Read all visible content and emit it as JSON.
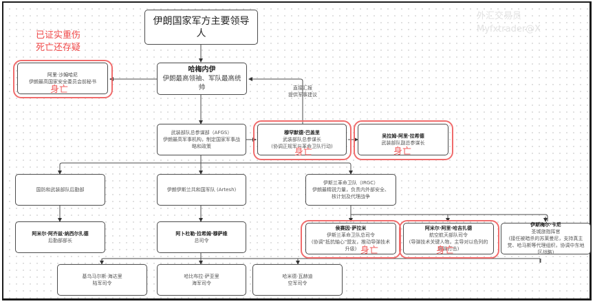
{
  "title": "伊朗国家军方主要领导人",
  "watermark": {
    "line1": "外汇交易员",
    "line2": "Myfxtrader@X"
  },
  "annotation": {
    "line1": "已证实重伤",
    "line2": "死亡还存疑"
  },
  "status_label": "身亡",
  "edge_label": {
    "line1": "直接汇报",
    "line2": "提供军事建议"
  },
  "nodes": {
    "shamkhani": {
      "name": "阿里·沙姆哈尼",
      "desc": "伊朗最高国家安全委员会前秘书"
    },
    "khamenei": {
      "name": "哈梅内伊",
      "desc": "伊朗最高领袖、军队最高统帅"
    },
    "afgs": {
      "line1": "武装部队总参谋部（AFGS）",
      "line2": "伊朗最高军事机构，制定国家军事战略和政策"
    },
    "bagheri": {
      "name": "穆罕默德·巴盖里",
      "desc": "武装部队总参谋长",
      "note": "(协调正规军与革命卫队行动)"
    },
    "rashid": {
      "name": "吴拉姆-阿里·拉希德",
      "desc": "武装部队副总参谋长"
    },
    "logistics": {
      "line1": "国防和武装部队后勤部"
    },
    "artesh": {
      "line1": "伊朗伊斯兰共和国军队 (Artesh)"
    },
    "irgc": {
      "line1": "伊斯兰革命卫队（IRGC）",
      "line2": "伊朗最精锐力量，负责内外部安全、核计划及代理战争"
    },
    "nasirzadeh": {
      "name": "阿米尔·阿齐兹·纳西尔扎德",
      "desc": "后勤部部长"
    },
    "mousavi": {
      "name": "阿卜杜勒·拉希姆·穆萨维",
      "desc": "总司令"
    },
    "salami": {
      "name": "侯赛因·萨拉米",
      "desc": "伊斯兰革命卫队总司令",
      "note": "(协调\"抵抗轴心\"盟友，推动导弹技术升级)"
    },
    "hajizadeh": {
      "name": "阿米尔·阿里·哈吉扎德",
      "desc": "航空航天部队司令",
      "note": "(导弹技术关键人物，主导对以色列的导弹打击)"
    },
    "qaani": {
      "name": "伊斯梅尔·卡尼",
      "desc": "圣城旅指挥官",
      "note": "(接任被暗杀的苏莱曼尼，支持真主党、哈马斯等代理组织，协调中东地区战略)"
    },
    "heydari": {
      "name": "基乌马尔斯·海达里",
      "desc": "陆军司令"
    },
    "sayyari": {
      "name": "哈比布拉·萨亚里",
      "desc": "海军司令"
    },
    "vahedi": {
      "name": "哈米德·瓦赫迪",
      "desc": "空军司令"
    }
  },
  "colors": {
    "highlight": "#f06b6b",
    "annotation": "#f04848",
    "line": "#4a4a4a"
  }
}
